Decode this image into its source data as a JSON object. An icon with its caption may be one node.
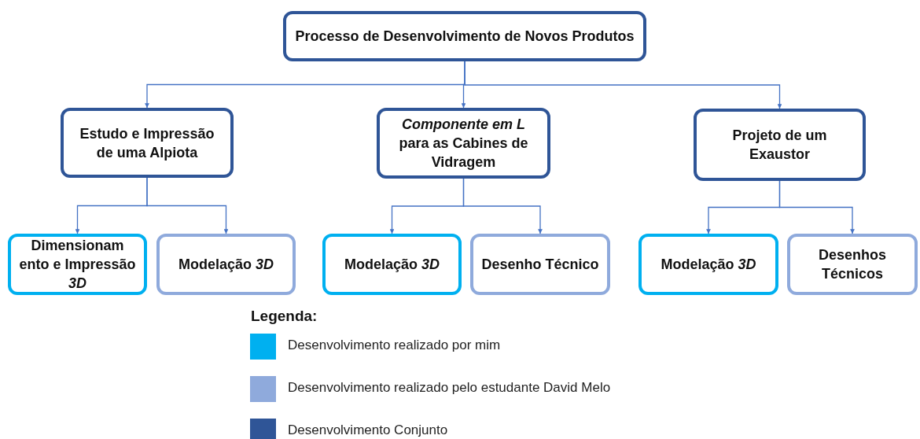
{
  "diagram": {
    "nodes": [
      {
        "text": [
          "Processo de Desenvolvimento de Novos Produtos"
        ]
      },
      {
        "text": [
          "Estudo e Impressão de uma Alpiota"
        ]
      },
      {
        "text": [
          "*Componente em L* para as Cabines de Vidragem"
        ]
      },
      {
        "text": [
          "Projeto de um Exaustor"
        ]
      },
      {
        "text": [
          "Dimensionam ento e Impressão *3D*"
        ]
      },
      {
        "text": [
          "Modelação *3D*"
        ]
      },
      {
        "text": [
          "Modelação *3D*"
        ]
      },
      {
        "text": [
          "Desenho Técnico"
        ]
      },
      {
        "text": [
          "Modelação *3D*"
        ]
      },
      {
        "text": [
          "Desenhos Técnicos"
        ]
      }
    ],
    "edges": [
      {
        "from": 0,
        "to": 1,
        "arrow": "to"
      },
      {
        "from": 0,
        "to": 2,
        "arrow": "to"
      },
      {
        "from": 0,
        "to": 3,
        "arrow": "to"
      },
      {
        "from": 1,
        "to": 4,
        "arrow": "to"
      },
      {
        "from": 1,
        "to": 5,
        "arrow": "to"
      },
      {
        "from": 2,
        "to": 6,
        "arrow": "to"
      },
      {
        "from": 2,
        "to": 7,
        "arrow": "to"
      },
      {
        "from": 3,
        "to": 8,
        "arrow": "to"
      },
      {
        "from": 3,
        "to": 9,
        "arrow": "to"
      }
    ],
    "labels": [
      "Legenda:"
    ],
    "legend": [
      {
        "text": "Desenvolvimento realizado por mim",
        "color": "#00b0f0"
      },
      {
        "text": "Desenvolvimento realizado pelo estudante David Melo",
        "color": "#8faadc"
      },
      {
        "text": "Desenvolvimento Conjunto",
        "color": "#2f5597"
      }
    ]
  }
}
